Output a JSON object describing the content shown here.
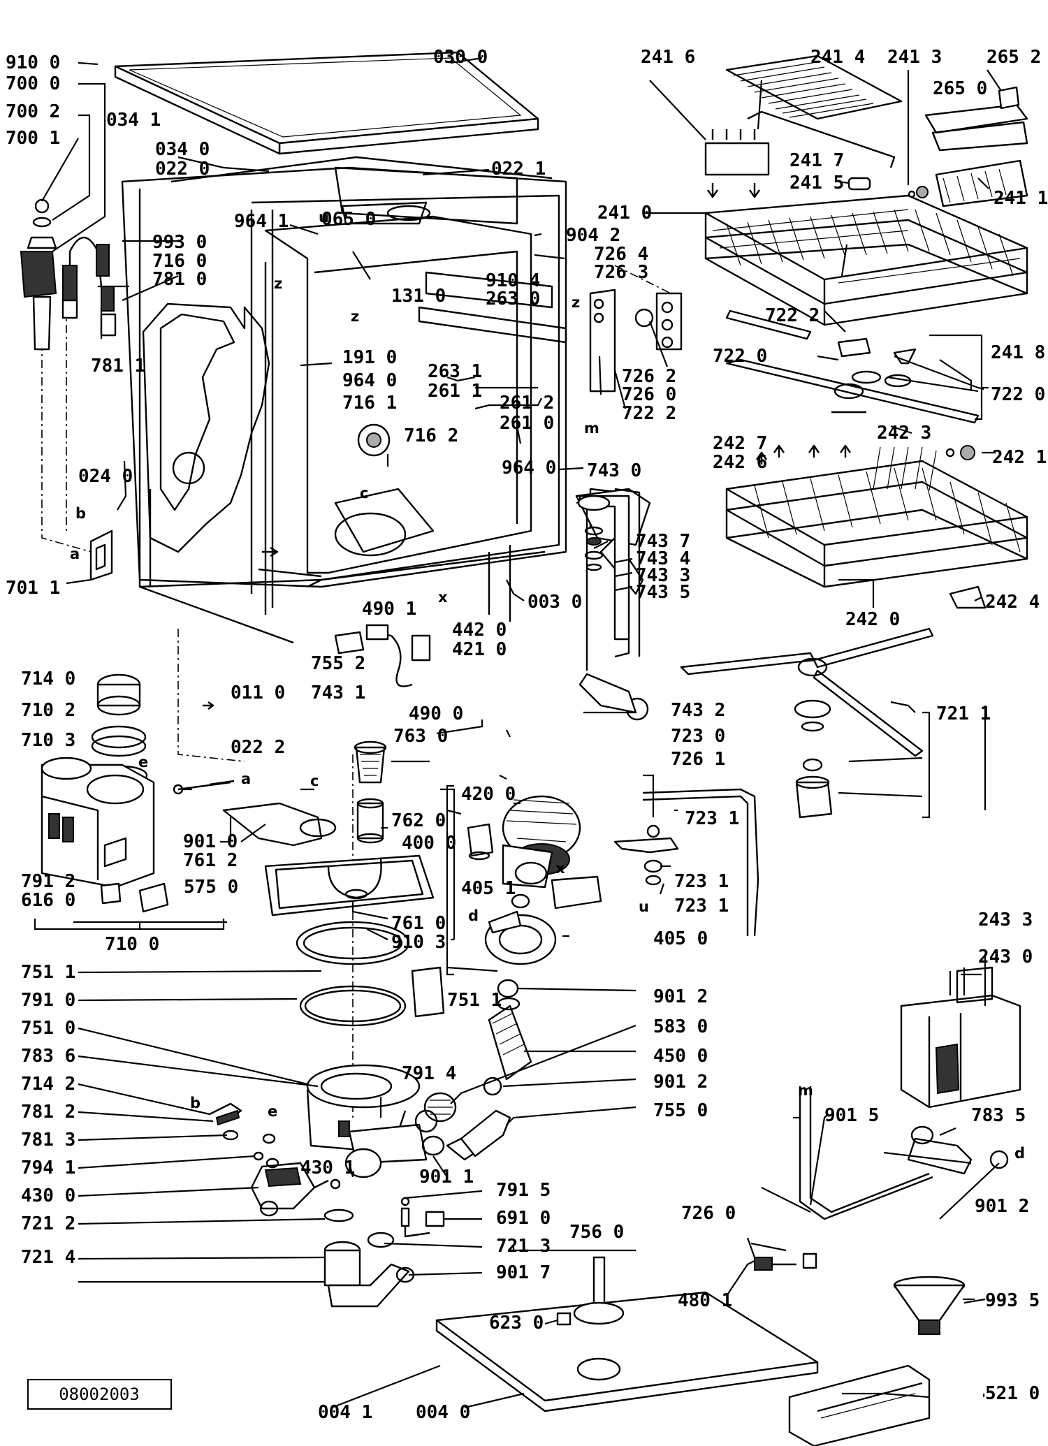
{
  "drawing_reference": "08002003",
  "labels": {
    "l_910_0": "910 0",
    "l_700_0": "700 0",
    "l_700_2": "700 2",
    "l_700_1": "700 1",
    "l_034_1": "034 1",
    "l_030_0": "030 0",
    "l_034_0": "034 0",
    "l_022_0": "022 0",
    "l_022_1": "022 1",
    "l_964_1": "964 1",
    "l_065_0": "065 0",
    "l_993_0": "993 0",
    "l_716_0": "716 0",
    "l_781_0": "781 0",
    "l_904_2": "904 2",
    "l_726_4": "726 4",
    "l_726_3": "726 3",
    "l_910_4": "910 4",
    "l_263_0": "263 0",
    "l_131_0": "131 0",
    "l_781_1": "781 1",
    "l_191_0": "191 0",
    "l_964_0": "964 0",
    "l_263_1": "263 1",
    "l_261_1": "261 1",
    "l_716_1": "716 1",
    "l_261_2": "261 2",
    "l_261_0": "261 0",
    "l_716_2": "716 2",
    "l_726_2": "726 2",
    "l_726_0": "726 0",
    "l_722_2": "722 2",
    "l_024_0": "024 0",
    "l_964_0b": "964 0",
    "l_743_0": "743 0",
    "l_743_7": "743 7",
    "l_743_4": "743 4",
    "l_743_3": "743 3",
    "l_743_5": "743 5",
    "l_701_1": "701 1",
    "l_003_0": "003 0",
    "l_241_6": "241 6",
    "l_241_4": "241 4",
    "l_241_3": "241 3",
    "l_265_2": "265 2",
    "l_265_0": "265 0",
    "l_241_7": "241 7",
    "l_241_5": "241 5",
    "l_241_0": "241 0",
    "l_241_1": "241 1",
    "l_722_2b": "722 2",
    "l_241_8": "241 8",
    "l_722_0": "722 0",
    "l_722_0b": "722 0",
    "l_242_7": "242 7",
    "l_242_3": "242 3",
    "l_242_6": "242 6",
    "l_242_1": "242 1",
    "l_242_0": "242 0",
    "l_242_4": "242 4",
    "l_490_1": "490 1",
    "l_442_0": "442 0",
    "l_421_0": "421 0",
    "l_714_0": "714 0",
    "l_755_2": "755 2",
    "l_743_1": "743 1",
    "l_011_0": "011 0",
    "l_710_2": "710 2",
    "l_490_0": "490 0",
    "l_743_2": "743 2",
    "l_721_1": "721 1",
    "l_710_3": "710 3",
    "l_022_2": "022 2",
    "l_763_0": "763 0",
    "l_723_0": "723 0",
    "l_726_1": "726 1",
    "l_420_0": "420 0",
    "l_723_1": "723 1",
    "l_901_0": "901 0",
    "l_762_0": "762 0",
    "l_761_2": "761 2",
    "l_400_0": "400 0",
    "l_723_1b": "723 1",
    "l_723_1c": "723 1",
    "l_405_1": "405 1",
    "l_791_2": "791 2",
    "l_616_0": "616 0",
    "l_575_0": "575 0",
    "l_761_0": "761 0",
    "l_910_3": "910 3",
    "l_405_0": "405 0",
    "l_710_0": "710 0",
    "l_243_3": "243 3",
    "l_243_0": "243 0",
    "l_751_1": "751 1",
    "l_751_1b": "751 1",
    "l_901_2": "901 2",
    "l_791_0": "791 0",
    "l_583_0": "583 0",
    "l_751_0": "751 0",
    "l_450_0": "450 0",
    "l_783_6": "783 6",
    "l_791_4": "791 4",
    "l_901_2b": "901 2",
    "l_714_2": "714 2",
    "l_755_0": "755 0",
    "l_781_2": "781 2",
    "l_901_5": "901 5",
    "l_783_5": "783 5",
    "l_781_3": "781 3",
    "l_430_1": "430 1",
    "l_901_1": "901 1",
    "l_794_1": "794 1",
    "l_791_5": "791 5",
    "l_430_0": "430 0",
    "l_691_0": "691 0",
    "l_726_0b": "726 0",
    "l_901_2c": "901 2",
    "l_721_2": "721 2",
    "l_721_3": "721 3",
    "l_756_0": "756 0",
    "l_721_4": "721 4",
    "l_901_7": "901 7",
    "l_480_1": "480 1",
    "l_993_5": "993 5",
    "l_623_0": "623 0",
    "l_004_1": "004 1",
    "l_004_0": "004 0",
    "l_521_0": "521 0"
  },
  "letters": {
    "u": "u",
    "z": "z",
    "z2": "z",
    "z3": "z",
    "c": "c",
    "c2": "c",
    "x": "x",
    "x2": "x",
    "a": "a",
    "a2": "a",
    "b": "b",
    "b2": "b",
    "e": "e",
    "e2": "e",
    "d": "d",
    "d2": "d",
    "m": "m",
    "m2": "m",
    "u2": "u"
  }
}
